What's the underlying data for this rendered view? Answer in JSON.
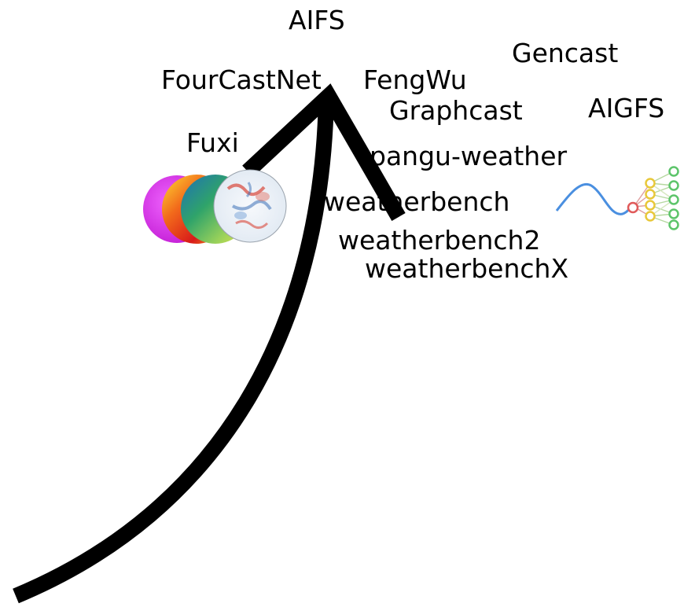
{
  "labels": {
    "aifs": "AIFS",
    "fourcastnet": "FourCastNet",
    "fengwu": "FengWu",
    "gencast": "Gencast",
    "graphcast": "Graphcast",
    "aigfs": "AIGFS",
    "fuxi": "Fuxi",
    "pangu_weather": "pangu-weather",
    "weatherbench": "weatherbench",
    "weatherbench2": "weatherbench2",
    "weatherbenchx": "weatherbenchX"
  },
  "colors": {
    "arrow": "#000000",
    "text": "#000000",
    "globe_magenta": "#d633e8",
    "globe_red": "#e8321c",
    "globe_green": "#2f9a6a",
    "globe_light": "#eaf1f8",
    "nn_line": "#4a8fe0",
    "nn_red": "#e05a5a",
    "nn_yellow": "#e8c83a",
    "nn_green": "#5cc46a"
  },
  "icons": {
    "globes": "weather-globes-icon",
    "neural_net": "neural-network-icon"
  }
}
